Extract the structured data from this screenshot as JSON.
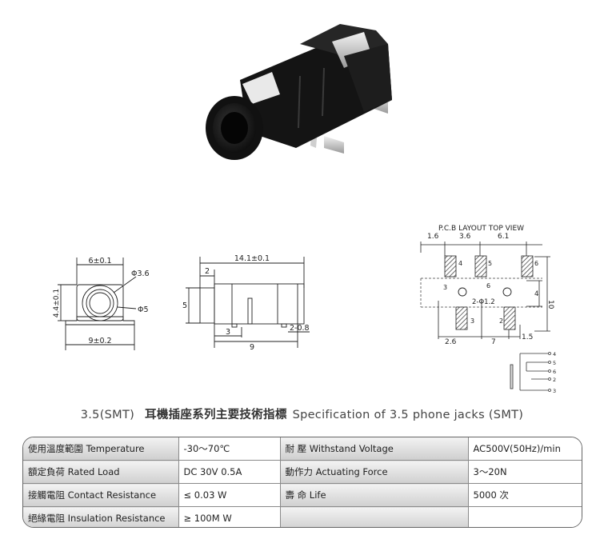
{
  "photo": {
    "alt": "3.5mm SMT phone jack product photo"
  },
  "drawings": {
    "front": {
      "width": "6±0.1",
      "hole": "Φ3.6",
      "height": "4.4±0.1",
      "collar": "Φ5",
      "base": "9±0.2"
    },
    "side": {
      "length": "14.1±0.1",
      "front_len": "2",
      "height": "5",
      "pin_a": "3",
      "pin_b": "2-0.8",
      "total": "9"
    },
    "pcb": {
      "title": "P.C.B LAYOUT  TOP VIEW",
      "top_dims": [
        "1.6",
        "3.6",
        "6.1"
      ],
      "pad_labels": [
        "4",
        "5",
        "6",
        "3",
        "2"
      ],
      "center_label": "6",
      "hole_label": "2-Φ1.2",
      "right_dims": [
        "10",
        "4"
      ],
      "bottom_dims": [
        "2.6",
        "7",
        "1.5"
      ]
    },
    "schematic": {
      "pins": [
        "4",
        "5",
        "6",
        "2",
        "3"
      ]
    }
  },
  "title": {
    "prefix": "3.5(SMT)",
    "chinese": "耳機插座系列主要技術指標",
    "english": "Specification of 3.5 phone jacks (SMT)"
  },
  "specs": [
    {
      "label": "使用溫度範圍 Temperature",
      "value": "-30～70℃",
      "label2": "耐   壓  Withstand Voltage",
      "value2": "AC500V(50Hz)/min"
    },
    {
      "label": "額定負荷  Rated Load",
      "value": "DC  30V  0.5A",
      "label2": "動作力  Actuating Force",
      "value2": "3～20N"
    },
    {
      "label": "接觸電阻  Contact Resistance",
      "value": "≤ 0.03 W",
      "label2": "壽   命  Life",
      "value2": "5000 次"
    },
    {
      "label": "絕緣電阻  Insulation Resistance",
      "value": "≥ 100M W",
      "label2": "",
      "value2": ""
    }
  ]
}
